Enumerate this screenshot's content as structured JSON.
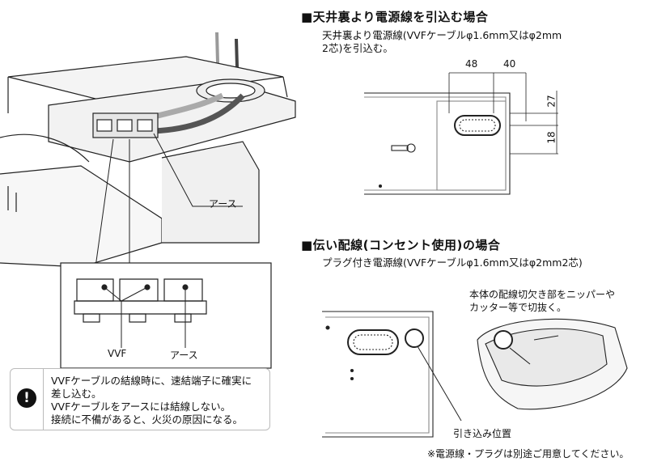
{
  "section1": {
    "title": "■天井裏より電源線を引込む場合",
    "desc_line1": "天井裏より電源線(VVFケーブルφ1.6mm又はφ2mm",
    "desc_line2": "2芯)を引込む。",
    "dims": {
      "a": "48",
      "b": "40",
      "c": "27",
      "d": "18"
    }
  },
  "section2": {
    "title": "■伝い配線(コンセント使用)の場合",
    "desc": "プラグ付き電源線(VVFケーブルφ1.6mm又はφ2mm2芯)",
    "note_line1": "本体の配線切欠き部をニッパーや",
    "note_line2": "カッター等で切抜く。",
    "pull_in_label": "引き込み位置",
    "footnote": "※電源線・プラグは別途ご用意してください。"
  },
  "left_figure": {
    "earth_label": "アース",
    "vvf_label": "VVF",
    "earth_label2": "アース"
  },
  "warning": {
    "icon": "!",
    "line1": "VVFケーブルの結線時に、速結端子に確実に",
    "line2": "差し込む。",
    "line3": "VVFケーブルをアースには結線しない。",
    "line4": "接続に不備があると、火災の原因になる。"
  }
}
